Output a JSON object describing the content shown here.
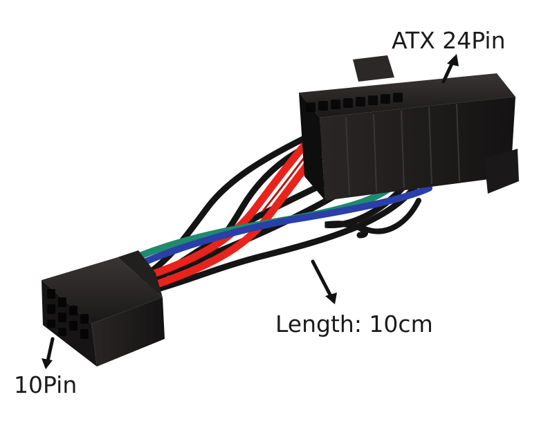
{
  "labels": {
    "atx_24pin": "ATX 24Pin",
    "length": "Length: 10cm",
    "ten_pin": "10Pin"
  },
  "colors": {
    "connector": "#1c1a1a",
    "wire_black": "#141414",
    "wire_red": "#e8231c",
    "wire_green": "#1f8a6e",
    "wire_blue": "#2a3fa8",
    "background": "#ffffff"
  }
}
